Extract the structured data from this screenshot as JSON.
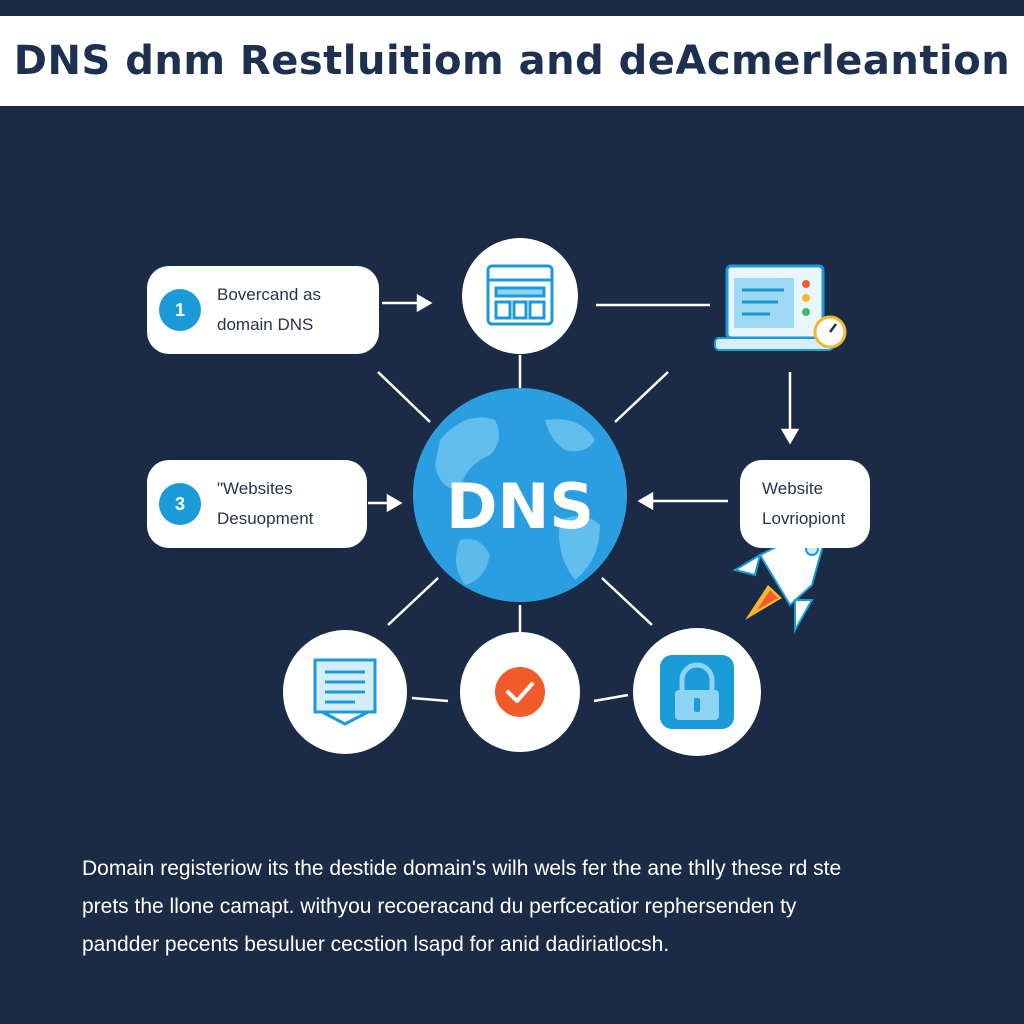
{
  "title": "DNS dnm Restluitiom and deAcmerleantion",
  "center": {
    "label": "DNS"
  },
  "steps": [
    {
      "number": "1",
      "line1": "Bovercand as",
      "line2": "domain DNS"
    },
    {
      "number": "3",
      "line1": "\"Websites",
      "line2": "Desuopment"
    }
  ],
  "right_box": {
    "line1": "Website",
    "line2": "Lovriopiont"
  },
  "caption": [
    "Domain registeriow its the destide domain's wilh wels fer the ane thlly these rd ste",
    "prets the llone camapt. withyou recoeracand du perfcecatior rephersenden ty",
    "pandder pecents besuluer cecstion lsapd for anid dadiriatlocsh."
  ],
  "colors": {
    "background": "#1c2b45",
    "accent_blue": "#1a9ad6",
    "check_orange": "#f25c2a",
    "title_text": "#1e3050"
  },
  "icons": [
    "browser-window-icon",
    "laptop-icon",
    "globe-icon",
    "rocket-icon",
    "document-icon",
    "checkmark-icon",
    "lock-icon",
    "clock-icon"
  ]
}
